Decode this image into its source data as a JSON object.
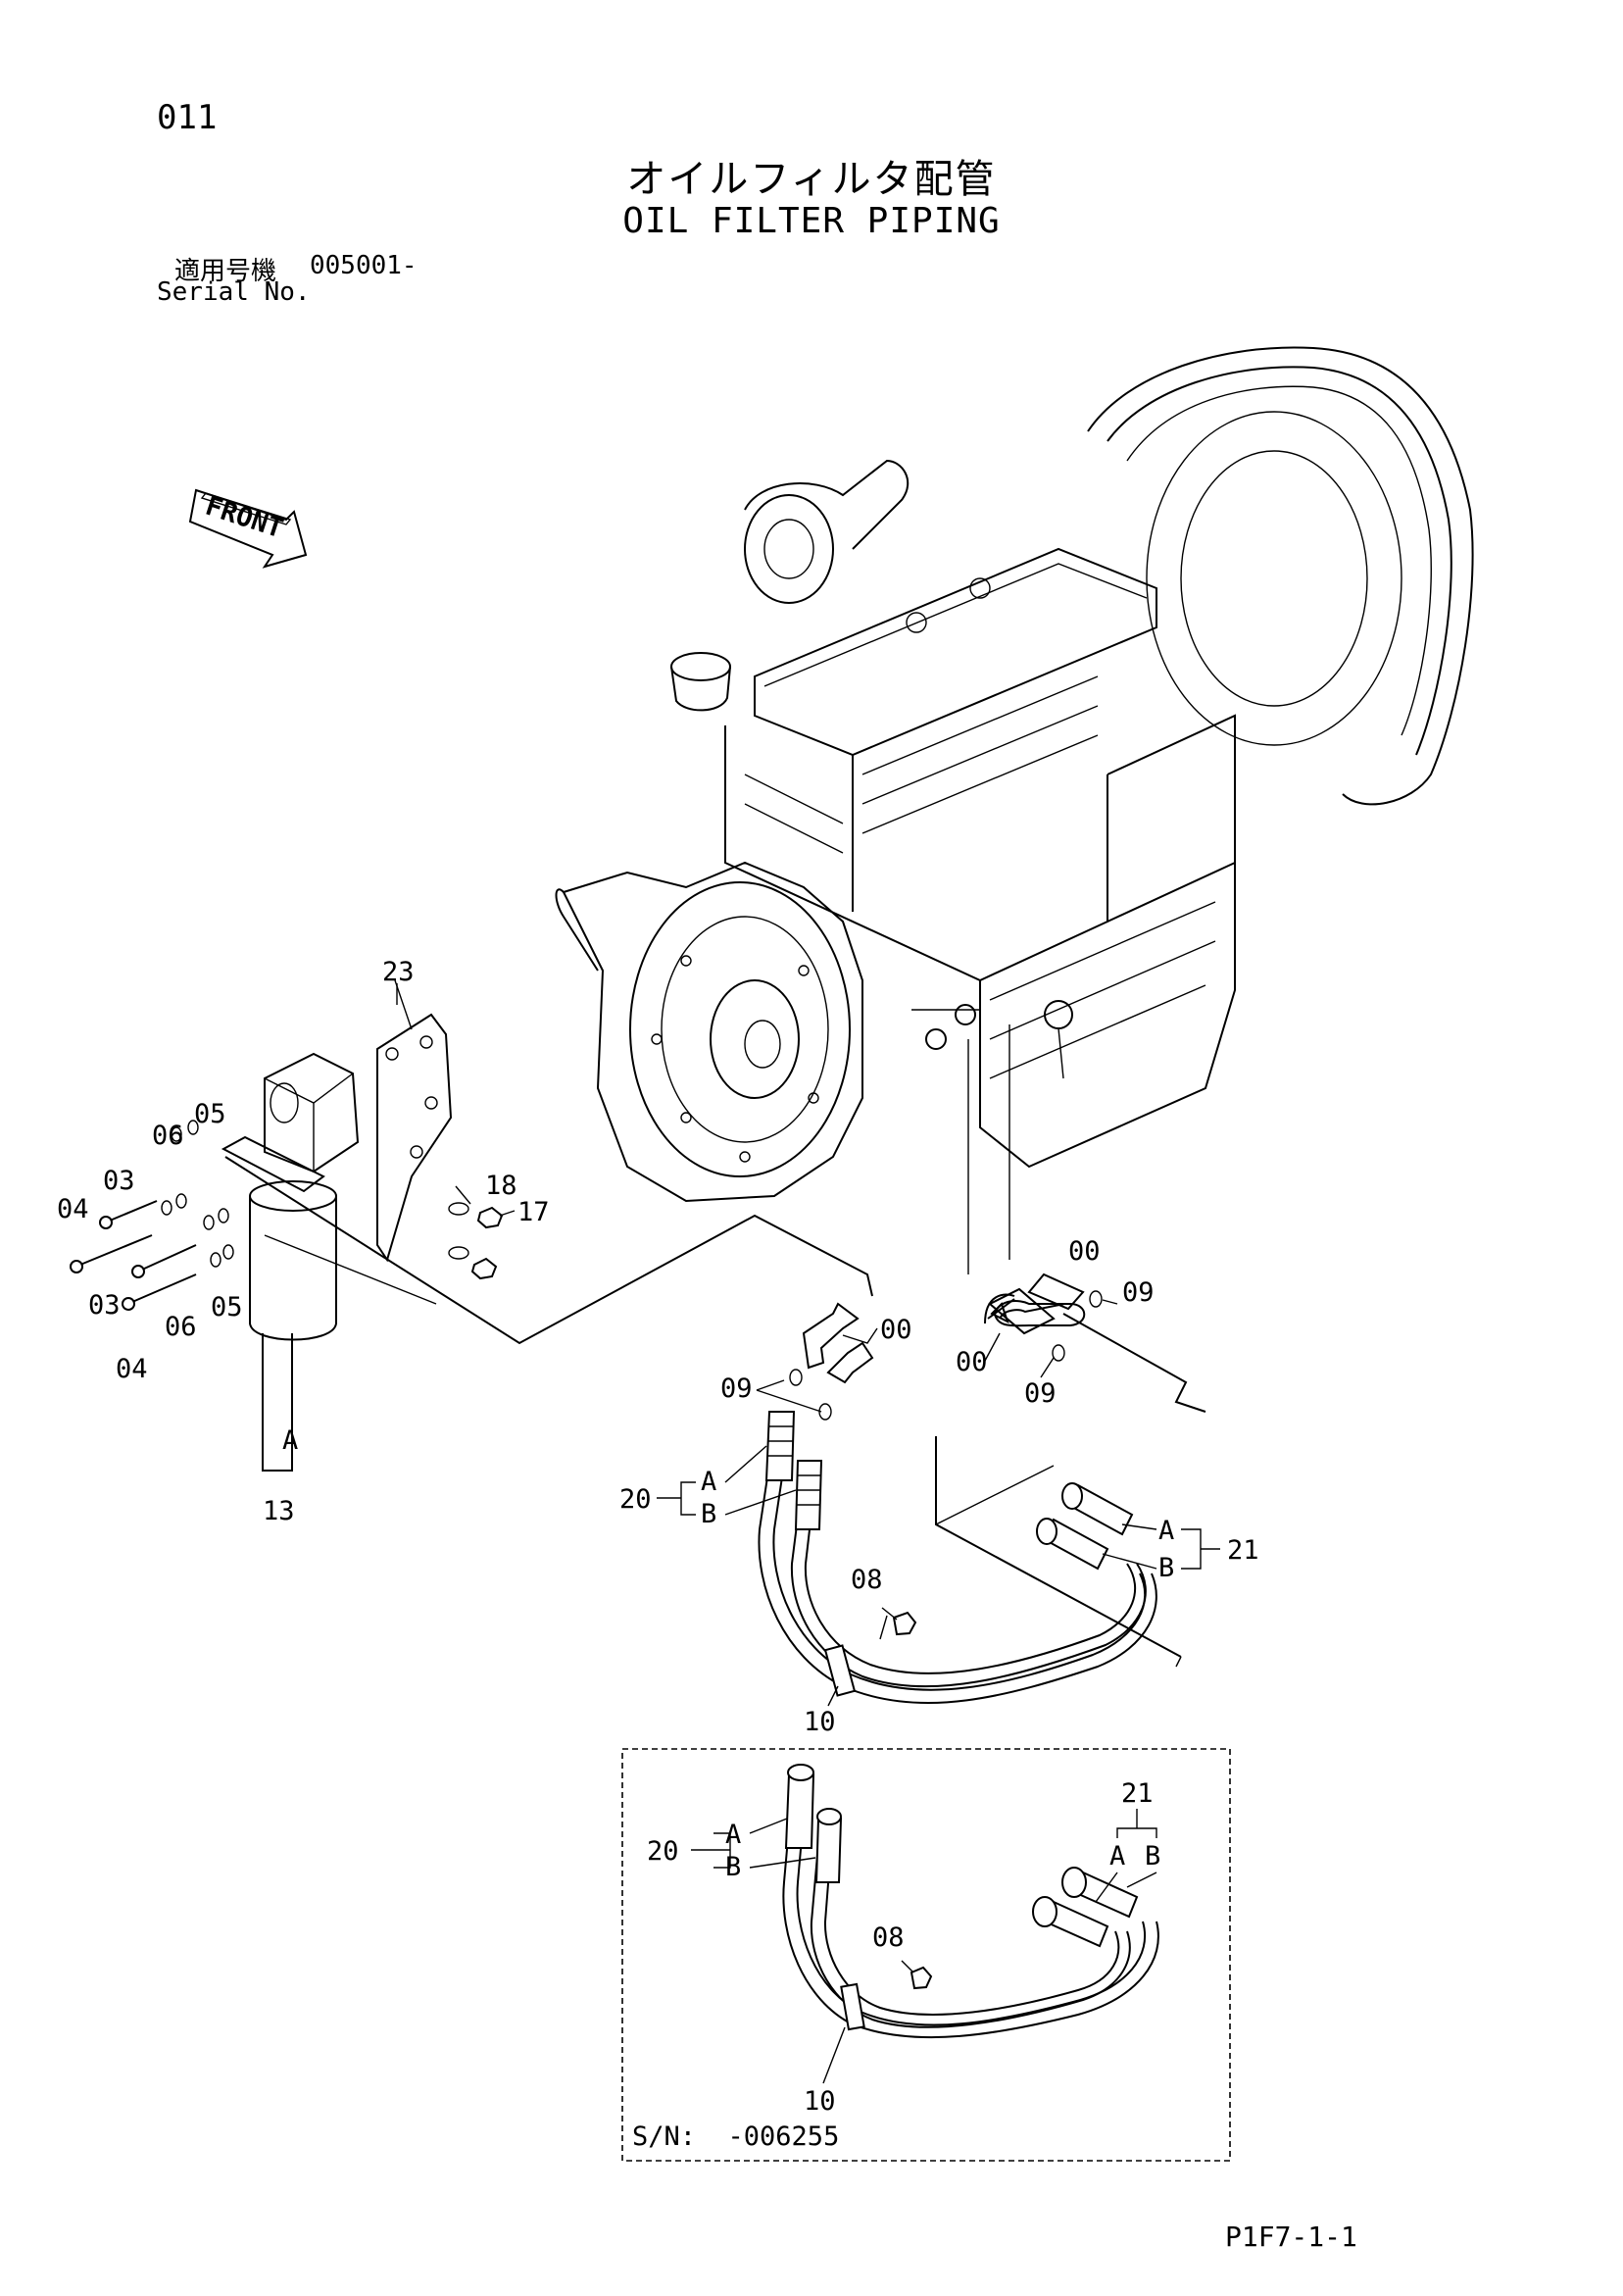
{
  "header": {
    "page_number": "011",
    "title_jp": "オイルフィルタ配管",
    "title_en": "OIL FILTER PIPING",
    "serial_label_jp": "適用号機",
    "serial_value": "005001-",
    "serial_label_en": "Serial No."
  },
  "orientation": {
    "front_label": "FRONT",
    "icon": "front-arrow-icon"
  },
  "callouts": {
    "c23": "23",
    "c05a": "05",
    "c06a": "06",
    "c03a": "03",
    "c04a": "04",
    "c03b": "03",
    "c06b": "06",
    "c05b": "05",
    "c04b": "04",
    "c18": "18",
    "c17": "17",
    "cA_filter": "A",
    "c13": "13",
    "c00a": "00",
    "c09a": "09",
    "c00b": "00",
    "c00c": "00",
    "c09b": "09",
    "c09c": "09",
    "c20": "20",
    "cA20": "A",
    "cB20": "B",
    "c21": "21",
    "cA21": "A",
    "cB21": "B",
    "c08": "08",
    "c10": "10"
  },
  "inset": {
    "c20": "20",
    "cA20": "A",
    "cB20": "B",
    "c21": "21",
    "cA21": "A",
    "cB21": "B",
    "c08": "08",
    "c10": "10",
    "serial_note": "S/N:  -006255"
  },
  "footer": {
    "doc_code": "P1F7-1-1"
  }
}
